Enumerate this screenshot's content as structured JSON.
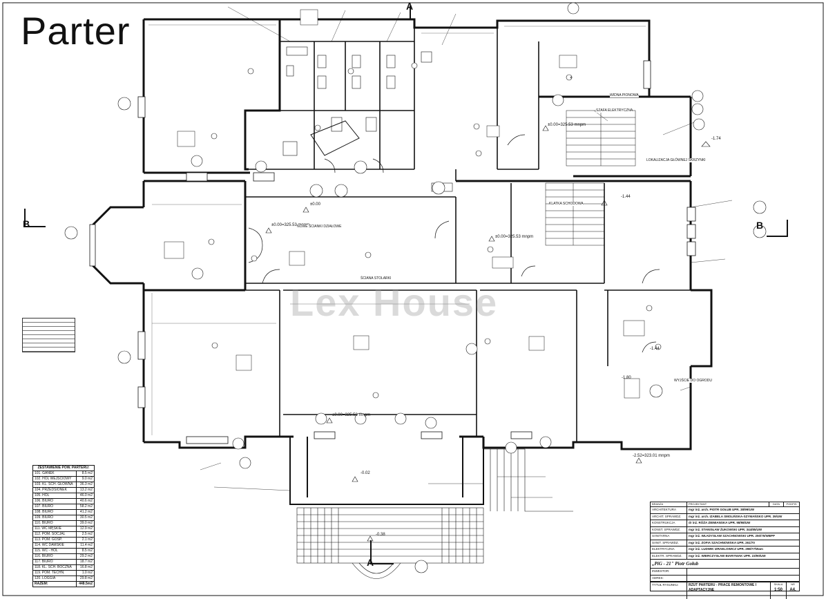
{
  "title": "Parter",
  "watermark": "Lex House",
  "section_marks": {
    "a_top": "A",
    "a_bottom": "A",
    "b_left": "B",
    "b_right": "B"
  },
  "levels": [
    "±0.00=325.53 mnpm",
    "±0.00=325.53 mnpm",
    "±0.00=325.53 mnpm",
    "±0.00=325.53 mnpm",
    "±0.00",
    "-1.74",
    "-1.44",
    "-1.44",
    "-1.80",
    "-2.52=323.01 mnpm",
    "-0.02",
    "-0.38"
  ],
  "room_labels": [
    "SZAFA ELEKTRYCZNA",
    "WIDNA PIONOWA",
    "LOKALIZACJA GŁÓWNEJ SKRZYNKI",
    "ŚCIANA STOLARKI",
    "WYJŚCIE DO OGRODU",
    "KLATKA SCHODOWA",
    "NOWE ŚCIANKI DZIAŁOWE"
  ],
  "legend": {
    "header": "ZESTAWIENIE POW. PARTERU:",
    "rows": [
      {
        "name": "101. GANEK",
        "area": "8.5 m2"
      },
      {
        "name": "102. HOL WEJŚCIOWY",
        "area": "9.0 m2"
      },
      {
        "name": "103. KL. SCH. GŁÓWNA",
        "area": "36.3 m2"
      },
      {
        "name": "104. PRZEDSIONEK",
        "area": "13.2 m2"
      },
      {
        "name": "105. HOL",
        "area": "46.0 m2"
      },
      {
        "name": "106. BIURO",
        "area": "40.6 m2"
      },
      {
        "name": "107. BIURO",
        "area": "58.2 m2"
      },
      {
        "name": "108. BIURO",
        "area": "41.2 m2"
      },
      {
        "name": "109. BIURO",
        "area": "30.5 m2"
      },
      {
        "name": "110. BIURO",
        "area": "39.0 m2"
      },
      {
        "name": "111. WC MĘSKIE",
        "area": "12.9 m2"
      },
      {
        "name": "112. POM. SOCJAL",
        "area": "2.5 m2"
      },
      {
        "name": "113. POM. GOSP.",
        "area": "2.1 m2"
      },
      {
        "name": "114. WC DAMSKIE",
        "area": "11.4 m2"
      },
      {
        "name": "115. WC - HOL",
        "area": "8.5 m2"
      },
      {
        "name": "116. BIURO",
        "area": "29.2 m2"
      },
      {
        "name": "117. BIURO",
        "area": "18.7 m2"
      },
      {
        "name": "118. KL. SCH. BOCZNA",
        "area": "16.8 m2"
      },
      {
        "name": "119. POM. TECHN.",
        "area": "1.0 m2"
      },
      {
        "name": "120. LOGGIA",
        "area": "29.8 m2"
      }
    ],
    "total_label": "RAZEM:",
    "total_value": "448.5m2"
  },
  "title_block": {
    "head": [
      "BRANŻA",
      "PROJEKTANT",
      "DATA",
      "PODPIS"
    ],
    "rows": [
      {
        "k": "ARCHITEKTURA",
        "v": "mgr inż. arch. PIOTR GOŁUB UPR. 38/99/UW"
      },
      {
        "k": "ARCHIT. SPRAWDZ.",
        "v": "mgr inż. arch. IZABELA SMOLIŃSKA-SZYMAŃSKO UPR. 39/UW"
      },
      {
        "k": "KONSTRUKCJA",
        "v": "dr inż. RÓŻA ZIEMIANSKA UPR. 98/98/UW"
      },
      {
        "k": "KONST. SPRAWDZ.",
        "v": "mgr inż. STANISŁAW ŻUKOWSKI UPR. 344/85/UW"
      },
      {
        "k": "SANITARNA",
        "v": "mgr inż. WŁADYSŁAW SZACHNOWSKI UPR. 250/75/WBPP"
      },
      {
        "k": "SANIT. SPRAWDZ.",
        "v": "mgr inż. ZOFIA SZACHNOWSKA UPR. 261/70"
      },
      {
        "k": "ELEKTRYCZNA",
        "v": "mgr inż. LUDWIK IZRAELOWICZ UPR. 298/77/Wam"
      },
      {
        "k": "ELEKTR. SPRAWDZ.",
        "v": "mgr inż. WIERCZYSŁAW BIARYNIAK UPR. 23/90/UW"
      }
    ],
    "firm": "„PiG - 21\" Piotr Gołub",
    "investor_label": "INWESTOR:",
    "address_label": "ADRES:",
    "drawing_label": "TYTUŁ RYSUNKU:",
    "drawing_title": "RZUT PARTERU - PRACE REMONTOWE I ADAPTACYJNE",
    "scale_label": "SKALA",
    "scale": "1:50",
    "sheet_label": "NR",
    "sheet": "A4."
  }
}
